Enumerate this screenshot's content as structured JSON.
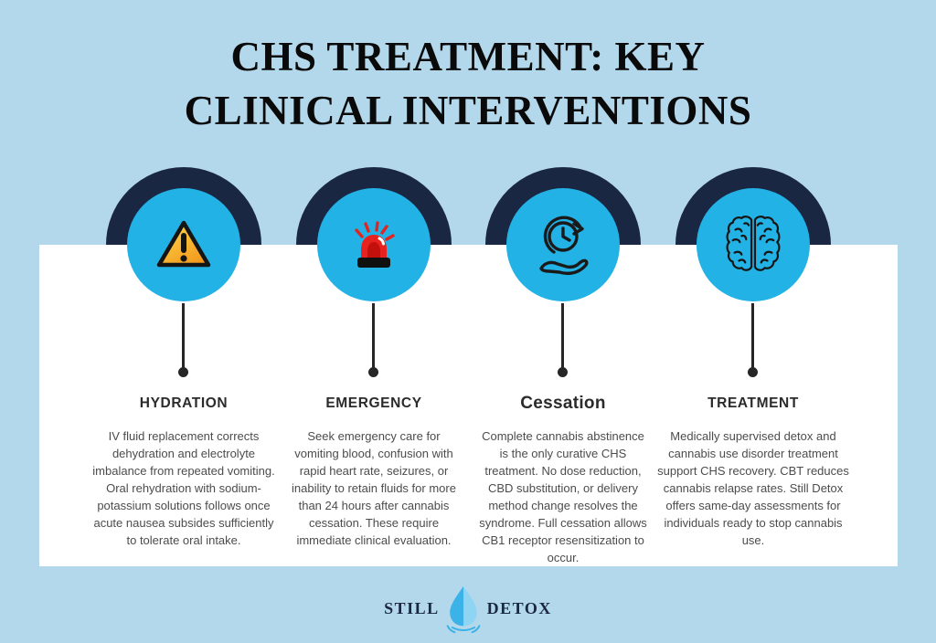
{
  "title": {
    "line1": "CHS TREATMENT: KEY",
    "line2": "CLINICAL INTERVENTIONS"
  },
  "palette": {
    "bg": "#b3d8ec",
    "panel": "#ffffff",
    "navy": "#1a2743",
    "cyan": "#22b2e6",
    "stem": "#262626",
    "heading": "#0a0a0a",
    "title": "#2b2b2b",
    "body": "#4c4c4c",
    "warning_yellow": "#f9b514",
    "siren_red": "#e8231f",
    "logo_blue": "#3bb3e8"
  },
  "columns": [
    {
      "id": "hydration",
      "icon": "warning-triangle-icon",
      "title": "HYDRATION",
      "body": "IV fluid replacement corrects dehydration and electrolyte imbalance from repeated vomiting. Oral rehydration with sodium-potassium solutions follows once acute nausea subsides sufficiently to tolerate oral intake."
    },
    {
      "id": "emergency",
      "icon": "emergency-siren-icon",
      "title": "EMERGENCY",
      "body": "Seek emergency care for vomiting blood, confusion with rapid heart rate, seizures, or inability to retain fluids for more than 24 hours after cannabis cessation. These require immediate clinical evaluation."
    },
    {
      "id": "cessation",
      "icon": "clock-hand-icon",
      "title": "Cessation",
      "body": "Complete cannabis abstinence is the only curative CHS treatment. No dose reduction, CBD substitution, or delivery method change resolves the syndrome. Full cessation allows CB1 receptor resensitization to occur."
    },
    {
      "id": "treatment",
      "icon": "brain-icon",
      "title": "TREATMENT",
      "body": "Medically supervised detox and cannabis use disorder treatment support CHS recovery. CBT reduces cannabis relapse rates. Still Detox offers same-day assessments for individuals ready to stop cannabis use."
    }
  ],
  "logo": {
    "left": "STILL",
    "icon": "water-droplet-icon",
    "right": "DETOX"
  }
}
